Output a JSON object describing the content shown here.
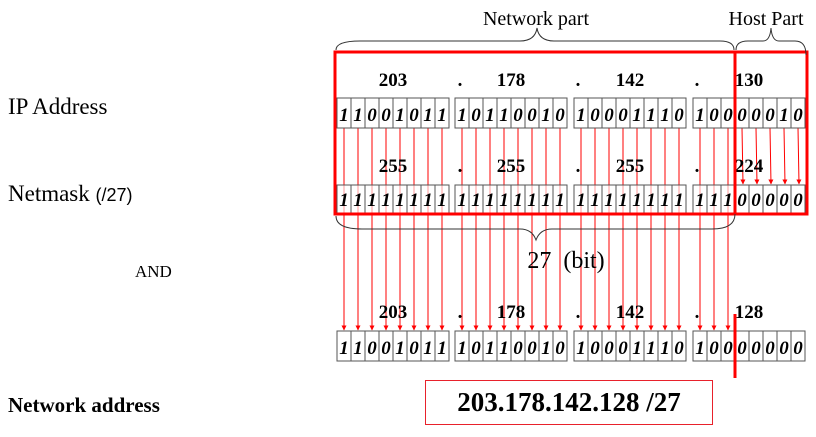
{
  "labels": {
    "ip_address": "IP Address",
    "netmask": "Netmask ",
    "netmask_suffix": "(/27)",
    "and": "AND",
    "network_address": "Network address",
    "network_part": "Network part",
    "host_part": "Host Part",
    "prefix_bits": "27  (bit)"
  },
  "result": "203.178.142.128 /27",
  "rows": [
    {
      "name": "ip",
      "octets": [
        "203",
        "178",
        "142",
        "130"
      ],
      "bits": [
        "11001011",
        "10110010",
        "10001110",
        "10000010"
      ]
    },
    {
      "name": "mask",
      "octets": [
        "255",
        "255",
        "255",
        "224"
      ],
      "bits": [
        "11111111",
        "11111111",
        "11111111",
        "11100000"
      ]
    },
    {
      "name": "network",
      "octets": [
        "203",
        "178",
        "142",
        "128"
      ],
      "bits": [
        "11001011",
        "10110010",
        "10001110",
        "10000000"
      ]
    }
  ],
  "separator": ".",
  "prefix_length": 27,
  "colors": {
    "highlight": "#ff0000",
    "box_border": "#e8212b"
  }
}
